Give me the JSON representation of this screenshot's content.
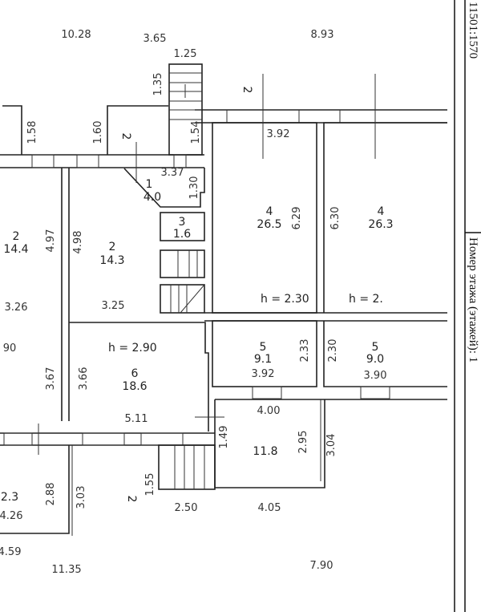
{
  "sheet": {
    "cadastral_number": "11501:1570",
    "floor_label": "Номер этажа (этажей): 1"
  },
  "rooms": [
    {
      "number": "1",
      "area": "4.0"
    },
    {
      "number": "2",
      "area": "14.4"
    },
    {
      "number": "2",
      "area": "14.3"
    },
    {
      "number": "3",
      "area": "1.6"
    },
    {
      "number": "4",
      "area": "26.5"
    },
    {
      "number": "4",
      "area": "26.3"
    },
    {
      "number": "5",
      "area": "9.1"
    },
    {
      "number": "5",
      "area": "9.0"
    },
    {
      "number": "6",
      "area": "18.6"
    },
    {
      "number": "",
      "area": "11.8"
    },
    {
      "number": "",
      "area": "2.3"
    }
  ],
  "heights": [
    "h = 2.30",
    "h = 2.",
    "h = 2.90"
  ],
  "zone_marks": [
    "2",
    "2",
    "2"
  ],
  "dimensions": {
    "horizontal": [
      "10.28",
      "3.65",
      "8.93",
      "1.25",
      "3.92",
      "3.37",
      "3.26",
      "3.25",
      "90",
      "3.92",
      "3.90",
      "4.00",
      "5.11",
      "2.50",
      "4.05",
      "4.26",
      "4.59",
      "11.35",
      "7.90"
    ],
    "vertical": [
      "1.35",
      "1.58",
      "1.60",
      "1.54",
      "1.30",
      "6.29",
      "6.30",
      "4.97",
      "4.98",
      "3.67",
      "3.66",
      "2.33",
      "2.30",
      "1.49",
      "2.95",
      "3.04",
      "1.55",
      "2.88",
      "3.03"
    ]
  }
}
